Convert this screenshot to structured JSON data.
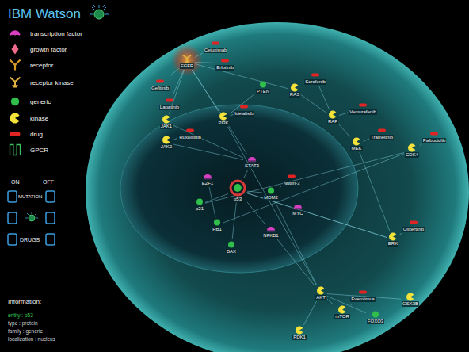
{
  "diagram": {
    "title": "IBM Watson",
    "nodes": [
      {
        "text": [
          "EGFR"
        ]
      },
      {
        "text": [
          "Cetuximab"
        ]
      },
      {
        "text": [
          "Erlotinib"
        ]
      },
      {
        "text": [
          "Gefitinib"
        ]
      },
      {
        "text": [
          "Lapatinib"
        ]
      },
      {
        "text": [
          "PTEN"
        ]
      },
      {
        "text": [
          "JAK1"
        ]
      },
      {
        "text": [
          "JAK2"
        ]
      },
      {
        "text": [
          "Ruxolitinib"
        ]
      },
      {
        "text": [
          "PI3K"
        ]
      },
      {
        "text": [
          "Idelalisib"
        ]
      },
      {
        "text": [
          "RAS"
        ]
      },
      {
        "text": [
          "Sorafenib"
        ]
      },
      {
        "text": [
          "RAF"
        ]
      },
      {
        "text": [
          "Vemurafenib"
        ]
      },
      {
        "text": [
          "MEK"
        ]
      },
      {
        "text": [
          "Trametinib"
        ]
      },
      {
        "text": [
          "ERK"
        ]
      },
      {
        "text": [
          "Ulixertinib"
        ]
      },
      {
        "text": [
          "STAT3"
        ]
      },
      {
        "text": [
          "p53"
        ]
      },
      {
        "text": [
          "MDM2"
        ]
      },
      {
        "text": [
          "Nutlin-3"
        ]
      },
      {
        "text": [
          "p21"
        ]
      },
      {
        "text": [
          "E2F1"
        ]
      },
      {
        "text": [
          "RB1"
        ]
      },
      {
        "text": [
          "BAX"
        ]
      },
      {
        "text": [
          "NFKB1"
        ]
      },
      {
        "text": [
          "MYC"
        ]
      },
      {
        "text": [
          "AKT"
        ]
      },
      {
        "text": [
          "mTOR"
        ]
      },
      {
        "text": [
          "Everolimus"
        ]
      },
      {
        "text": [
          "FOXO3"
        ]
      },
      {
        "text": [
          "PDK1"
        ]
      },
      {
        "text": [
          "GSK3B"
        ]
      },
      {
        "text": [
          "CDK4"
        ]
      },
      {
        "text": [
          "Palbociclib"
        ]
      }
    ],
    "edges": [
      {
        "from": 1,
        "to": 0,
        "arrow": "none"
      },
      {
        "from": 2,
        "to": 0,
        "arrow": "none"
      },
      {
        "from": 3,
        "to": 0,
        "arrow": "none"
      },
      {
        "from": 4,
        "to": 0,
        "arrow": "none"
      },
      {
        "from": 0,
        "to": 6,
        "arrow": "none"
      },
      {
        "from": 0,
        "to": 9,
        "arrow": "none"
      },
      {
        "from": 0,
        "to": 11,
        "arrow": "none"
      },
      {
        "from": 0,
        "to": 19,
        "arrow": "none"
      },
      {
        "from": 6,
        "to": 19,
        "arrow": "none"
      },
      {
        "from": 7,
        "to": 19,
        "arrow": "none"
      },
      {
        "from": 8,
        "to": 7,
        "arrow": "none"
      },
      {
        "from": 10,
        "to": 9,
        "arrow": "none"
      },
      {
        "from": 5,
        "to": 9,
        "arrow": "none"
      },
      {
        "from": 9,
        "to": 29,
        "arrow": "none"
      },
      {
        "from": 11,
        "to": 13,
        "arrow": "none"
      },
      {
        "from": 12,
        "to": 13,
        "arrow": "none"
      },
      {
        "from": 14,
        "to": 13,
        "arrow": "none"
      },
      {
        "from": 13,
        "to": 15,
        "arrow": "none"
      },
      {
        "from": 16,
        "to": 15,
        "arrow": "none"
      },
      {
        "from": 15,
        "to": 17,
        "arrow": "none"
      },
      {
        "from": 18,
        "to": 17,
        "arrow": "none"
      },
      {
        "from": 20,
        "to": 21,
        "arrow": "none"
      },
      {
        "from": 22,
        "to": 21,
        "arrow": "none"
      },
      {
        "from": 20,
        "to": 23,
        "arrow": "none"
      },
      {
        "from": 20,
        "to": 26,
        "arrow": "none"
      },
      {
        "from": 19,
        "to": 20,
        "arrow": "none"
      },
      {
        "from": 24,
        "to": 25,
        "arrow": "none"
      },
      {
        "from": 23,
        "to": 35,
        "arrow": "none"
      },
      {
        "from": 25,
        "to": 35,
        "arrow": "none"
      },
      {
        "from": 36,
        "to": 35,
        "arrow": "none"
      },
      {
        "from": 29,
        "to": 30,
        "arrow": "none"
      },
      {
        "from": 31,
        "to": 30,
        "arrow": "none"
      },
      {
        "from": 29,
        "to": 32,
        "arrow": "none"
      },
      {
        "from": 33,
        "to": 29,
        "arrow": "none"
      },
      {
        "from": 29,
        "to": 34,
        "arrow": "none"
      },
      {
        "from": 29,
        "to": 21,
        "arrow": "none"
      },
      {
        "from": 29,
        "to": 27,
        "arrow": "none"
      },
      {
        "from": 17,
        "to": 28,
        "arrow": "none"
      },
      {
        "from": 28,
        "to": 20,
        "arrow": "none"
      },
      {
        "from": 27,
        "to": 20,
        "arrow": "none"
      },
      {
        "from": 17,
        "to": 20,
        "arrow": "none"
      }
    ],
    "labels": [
      "ON",
      "OFF",
      "MUTATION",
      "DRUGS",
      "Information:",
      "entity : p53",
      "type : protein",
      "family : generic",
      "localization : nucleus"
    ],
    "legend": [
      {
        "text": "transcription factor"
      },
      {
        "text": "growth factor"
      },
      {
        "text": "receptor"
      },
      {
        "text": "receptor kinase"
      },
      {
        "text": "generic"
      },
      {
        "text": "kinase"
      },
      {
        "text": "drug"
      },
      {
        "text": "GPCR"
      }
    ]
  }
}
